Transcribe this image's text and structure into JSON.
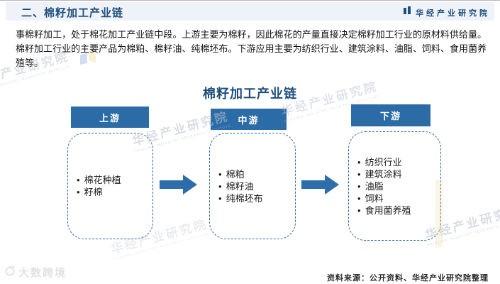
{
  "header": {
    "title": "二、棉籽加工产业链",
    "brand": "华经产业研究院"
  },
  "intro": "事棉籽加工，处于棉花加工产业链中段。上游主要为棉籽，因此棉花的产量直接决定棉籽加工行业的原材料供给量。棉籽加工行业的主要产品为棉粕、棉籽油、纯棉坯布。下游应用主要为纺织行业、建筑涂料、油脂、饲料、食用菌养殖等。",
  "diagram": {
    "title": "棉籽加工产业链",
    "columns": [
      {
        "label": "上游",
        "items": [
          "棉花种植",
          "籽棉"
        ]
      },
      {
        "label": "中游",
        "items": [
          "棉粕",
          "棉籽油",
          "纯棉坯布"
        ]
      },
      {
        "label": "下游",
        "items": [
          "纺织行业",
          "建筑涂料",
          "油脂",
          "饲料",
          "食用菌养殖"
        ]
      }
    ]
  },
  "footer": {
    "source": "资料来源：公开资料、华经产业研究院整理"
  },
  "watermarks": {
    "brand_cn": "华经产业研究院",
    "brand_en": "HUAJING INDUSTRY RESEARCH INSTITUTE",
    "corner": "大数跨境"
  },
  "colors": {
    "accent_blue": "#2c6ca6",
    "title_blue": "#1d4e7d",
    "header_bg": "#eff3f9",
    "arrow_blue": "#2e6dab"
  }
}
